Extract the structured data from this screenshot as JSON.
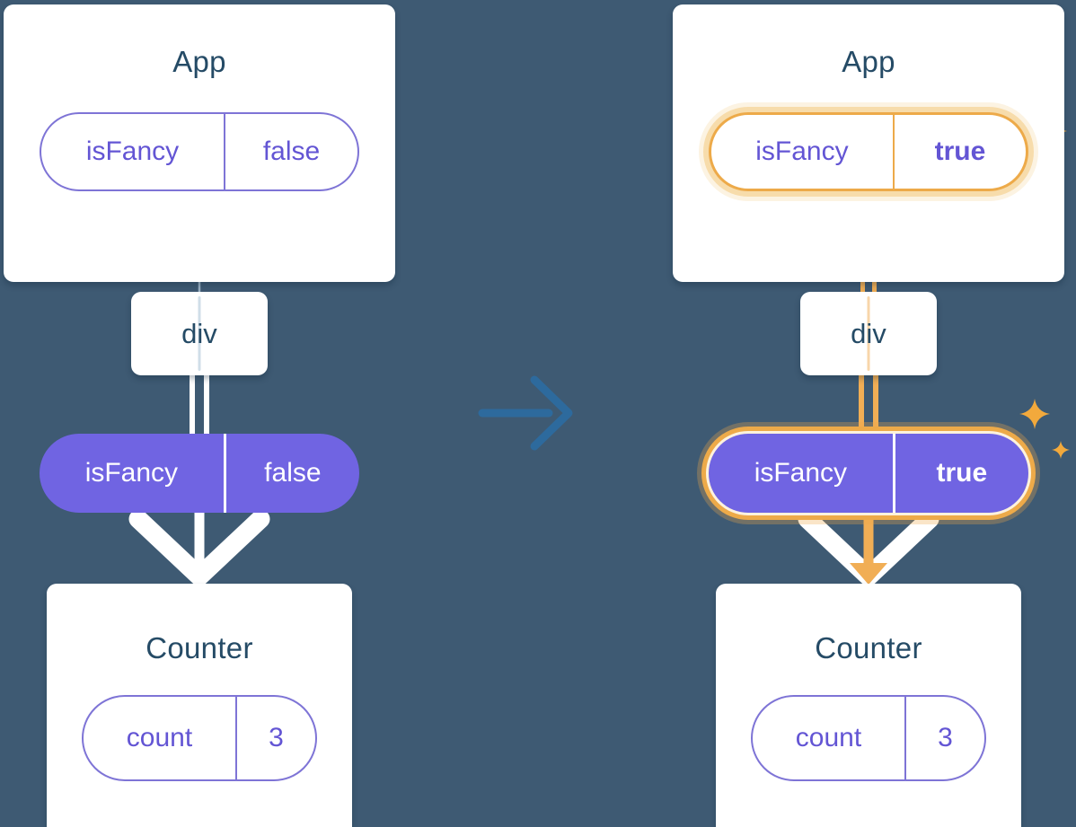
{
  "scene": {
    "background": "#3e5a73",
    "description": "Component tree diagram before and after a state change: App passes the isFancy prop through a div to Counter"
  },
  "colors": {
    "card_bg": "#ffffff",
    "title_text": "#254b66",
    "purple_text": "#6355d4",
    "purple_border": "#7e74d6",
    "purple_fill": "#7064e2",
    "highlight_orange": "#edaa49",
    "orange_line": "#f1ae55",
    "sparkle_orange": "#f2a93c",
    "highlight_halo": "#f7dcab",
    "connector_blue": "#9cb3c6",
    "transition_arrow_blue": "#2d6a9d",
    "arrow_white": "#ffffff"
  },
  "icons": {
    "sparkle": "✦",
    "transition_arrow": "→"
  },
  "panels": [
    {
      "name": "before",
      "app": {
        "title": "App",
        "state": {
          "key": "isFancy",
          "value": "false"
        },
        "highlighted": false
      },
      "div": {
        "label": "div"
      },
      "prop": {
        "key": "isFancy",
        "value": "false",
        "highlighted": false
      },
      "counter": {
        "title": "Counter",
        "state": {
          "key": "count",
          "value": "3"
        }
      }
    },
    {
      "name": "after",
      "app": {
        "title": "App",
        "state": {
          "key": "isFancy",
          "value": "true"
        },
        "highlighted": true
      },
      "div": {
        "label": "div"
      },
      "prop": {
        "key": "isFancy",
        "value": "true",
        "highlighted": true
      },
      "counter": {
        "title": "Counter",
        "state": {
          "key": "count",
          "value": "3"
        }
      }
    }
  ]
}
